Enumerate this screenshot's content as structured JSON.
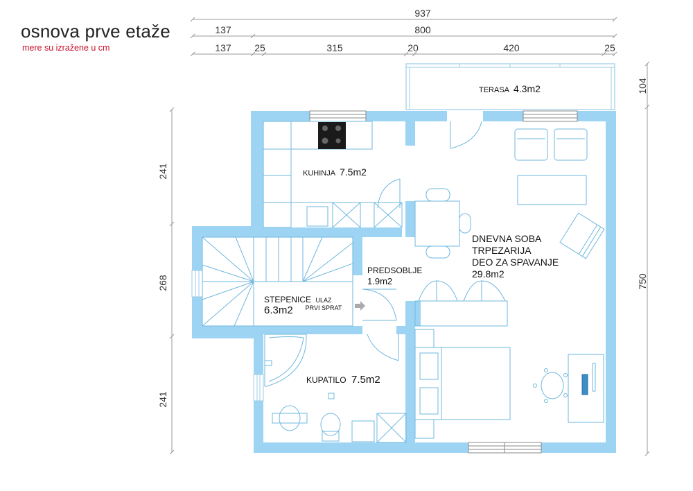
{
  "header": {
    "title": "osnova prve etaže",
    "subtitle": "mere su izražene u cm"
  },
  "dimensions": {
    "top_total": "937",
    "top_row2": [
      "137",
      "800"
    ],
    "top_row3": [
      "137",
      "25",
      "315",
      "20",
      "420",
      "25"
    ],
    "left": [
      "241",
      "268",
      "241"
    ],
    "right": [
      "104",
      "750"
    ]
  },
  "rooms": {
    "terasa": {
      "name": "TERASA",
      "area": "4.3m2"
    },
    "kuhinja": {
      "name": "KUHINJA",
      "area": "7.5m2"
    },
    "predsoblje": {
      "name": "PREDSOBLJE",
      "area": "1.9m2"
    },
    "stepenice": {
      "name": "STEPENICE",
      "area": "6.3m2"
    },
    "ulaz": {
      "line1": "ULAZ",
      "line2": "PRVI SPRAT"
    },
    "dnevna": {
      "line1": "DNEVNA SOBA",
      "line2": "TRPEZARIJA",
      "line3": "DEO ZA SPAVANJE",
      "area": "29.8m2"
    },
    "kupatilo": {
      "name": "KUPATILO",
      "area": "7.5m2"
    }
  },
  "colors": {
    "wall": "#9dd4f3",
    "furniture": "#6fb7de",
    "subtitle": "#c8102e"
  }
}
